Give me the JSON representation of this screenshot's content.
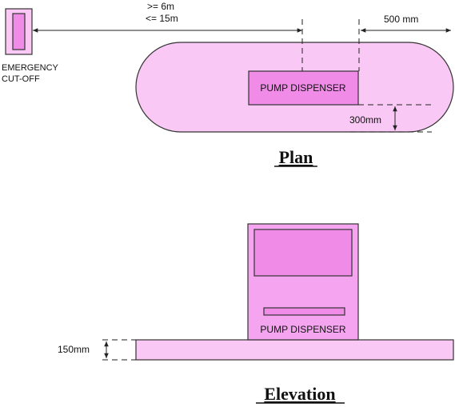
{
  "plan": {
    "emergency_label_line1": "EMERGENCY",
    "emergency_label_line2": "CUT-OFF",
    "distance_min": ">= 6m",
    "distance_max": "<= 15m",
    "offset_500": "500 mm",
    "pump_label": "PUMP DISPENSER",
    "offset_300": "300mm",
    "title": "Plan"
  },
  "elevation": {
    "pump_label": "PUMP DISPENSER",
    "base_height": "150mm",
    "title": "Elevation"
  },
  "colors": {
    "fill_light": "#f9c8f5",
    "fill_mid": "#f5a5ef",
    "fill_strong": "#f08be8",
    "stroke": "#333333"
  }
}
